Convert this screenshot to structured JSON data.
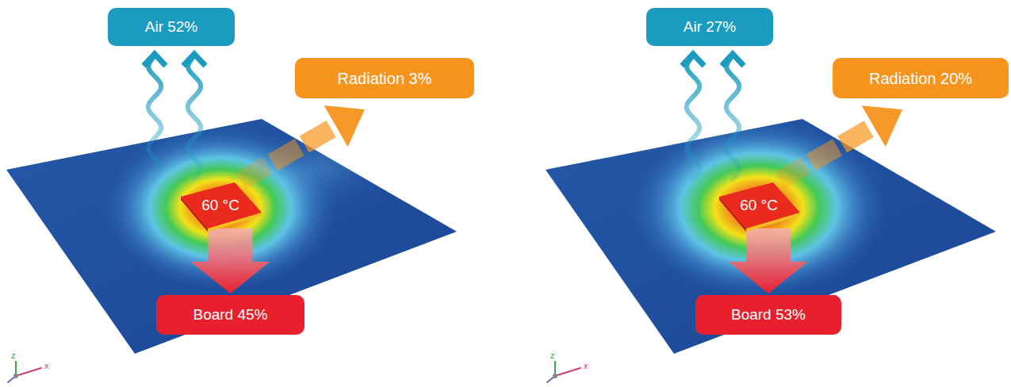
{
  "diagram": {
    "nodes": [
      {
        "text": [
          "Air 52%"
        ]
      },
      {
        "text": [
          "Radiation 3%"
        ]
      },
      {
        "text": [
          "60 °C"
        ]
      },
      {
        "text": [
          "Board 45%"
        ]
      },
      {
        "text": [
          "Air 27%"
        ]
      },
      {
        "text": [
          "Radiation 20%"
        ]
      },
      {
        "text": [
          "60 °C"
        ]
      },
      {
        "text": [
          "Board 53%"
        ]
      }
    ],
    "edges": [
      {
        "from": 2,
        "to": 0,
        "arrow": "to"
      },
      {
        "from": 2,
        "to": 1,
        "arrow": "to"
      },
      {
        "from": 2,
        "to": 3,
        "arrow": "to"
      },
      {
        "from": 6,
        "to": 4,
        "arrow": "to"
      },
      {
        "from": 6,
        "to": 5,
        "arrow": "to"
      },
      {
        "from": 6,
        "to": 7,
        "arrow": "to"
      }
    ],
    "labels": [
      "z",
      "x",
      "z",
      "x"
    ]
  }
}
